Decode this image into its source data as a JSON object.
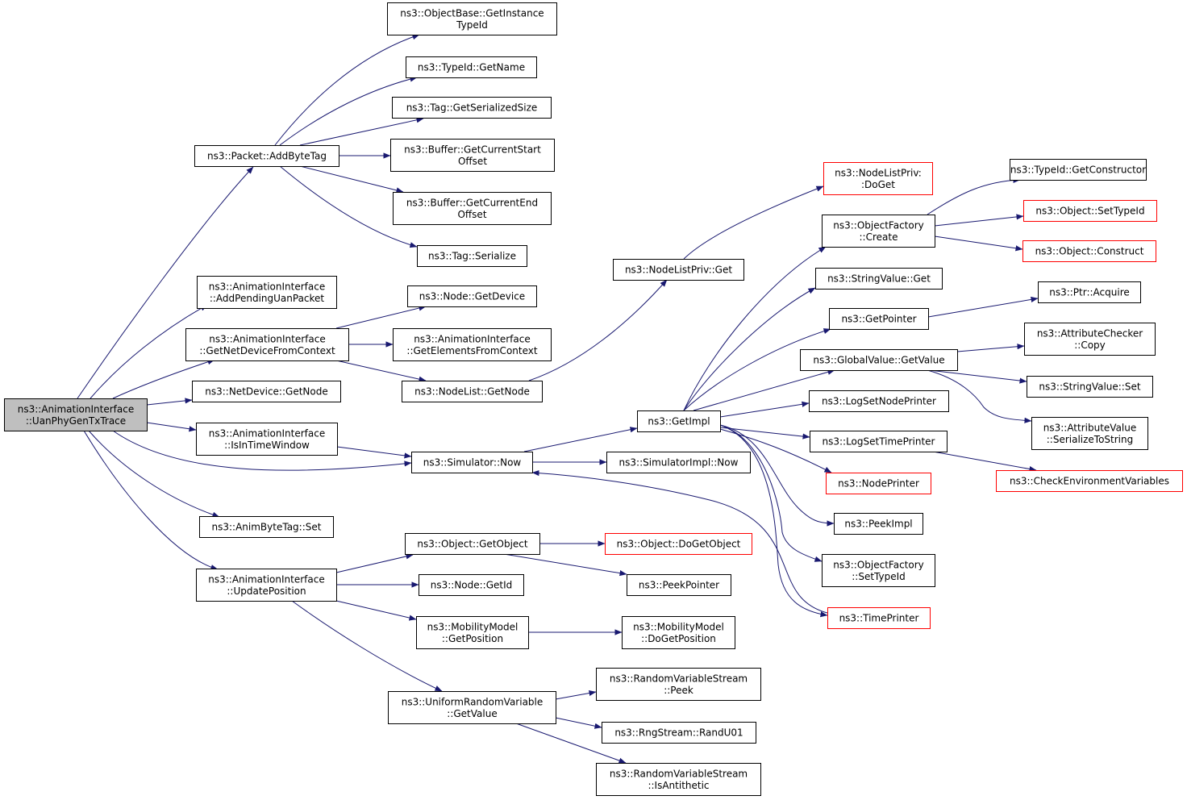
{
  "colors": {
    "edge": "#191970",
    "node_border": "#000000",
    "truncated_node_border": "#ff0000",
    "root_fill": "#bfbfbf"
  },
  "nodes": {
    "root": [
      "ns3::AnimationInterface",
      "::UanPhyGenTxTrace"
    ],
    "add_byte_tag": [
      "ns3::Packet::AddByteTag"
    ],
    "get_instance_type_id": [
      "ns3::ObjectBase::GetInstance",
      "TypeId"
    ],
    "type_id_get_name": [
      "ns3::TypeId::GetName"
    ],
    "tag_get_serialized_size": [
      "ns3::Tag::GetSerializedSize"
    ],
    "buffer_get_current_start_offset": [
      "ns3::Buffer::GetCurrentStart",
      "Offset"
    ],
    "buffer_get_current_end_offset": [
      "ns3::Buffer::GetCurrentEnd",
      "Offset"
    ],
    "tag_serialize": [
      "ns3::Tag::Serialize"
    ],
    "add_pending_uan_packet": [
      "ns3::AnimationInterface",
      "::AddPendingUanPacket"
    ],
    "get_net_device_from_context": [
      "ns3::AnimationInterface",
      "::GetNetDeviceFromContext"
    ],
    "node_get_device": [
      "ns3::Node::GetDevice"
    ],
    "get_elements_from_context": [
      "ns3::AnimationInterface",
      "::GetElementsFromContext"
    ],
    "node_list_get_node": [
      "ns3::NodeList::GetNode"
    ],
    "net_device_get_node": [
      "ns3::NetDevice::GetNode"
    ],
    "is_in_time_window": [
      "ns3::AnimationInterface",
      "::IsInTimeWindow"
    ],
    "simulator_now": [
      "ns3::Simulator::Now"
    ],
    "anim_byte_tag_set": [
      "ns3::AnimByteTag::Set"
    ],
    "update_position": [
      "ns3::AnimationInterface",
      "::UpdatePosition"
    ],
    "object_get_object": [
      "ns3::Object::GetObject"
    ],
    "node_get_id": [
      "ns3::Node::GetId"
    ],
    "mobility_get_position": [
      "ns3::MobilityModel",
      "::GetPosition"
    ],
    "uniform_get_value": [
      "ns3::UniformRandomVariable",
      "::GetValue"
    ],
    "do_get_object": [
      "ns3::Object::DoGetObject"
    ],
    "peek_pointer": [
      "ns3::PeekPointer"
    ],
    "mobility_do_get_position": [
      "ns3::MobilityModel",
      "::DoGetPosition"
    ],
    "rvs_peek": [
      "ns3::RandomVariableStream",
      "::Peek"
    ],
    "rng_rand_u01": [
      "ns3::RngStream::RandU01"
    ],
    "rvs_is_antithetic": [
      "ns3::RandomVariableStream",
      "::IsAntithetic"
    ],
    "node_list_priv_get": [
      "ns3::NodeListPriv::Get"
    ],
    "node_list_priv_do_get": [
      "ns3::NodeListPriv:",
      ":DoGet"
    ],
    "get_impl": [
      "ns3::GetImpl"
    ],
    "simulator_impl_now": [
      "ns3::SimulatorImpl::Now"
    ],
    "object_factory_create": [
      "ns3::ObjectFactory",
      "::Create"
    ],
    "string_value_get": [
      "ns3::StringValue::Get"
    ],
    "get_pointer": [
      "ns3::GetPointer"
    ],
    "global_value_get_value": [
      "ns3::GlobalValue::GetValue"
    ],
    "log_set_node_printer": [
      "ns3::LogSetNodePrinter"
    ],
    "log_set_time_printer": [
      "ns3::LogSetTimePrinter"
    ],
    "node_printer": [
      "ns3::NodePrinter"
    ],
    "peek_impl": [
      "ns3::PeekImpl"
    ],
    "object_factory_set_type_id": [
      "ns3::ObjectFactory",
      "::SetTypeId"
    ],
    "time_printer": [
      "ns3::TimePrinter"
    ],
    "type_id_get_constructor": [
      "ns3::TypeId::GetConstructor"
    ],
    "object_set_type_id": [
      "ns3::Object::SetTypeId"
    ],
    "object_construct": [
      "ns3::Object::Construct"
    ],
    "ptr_acquire": [
      "ns3::Ptr::Acquire"
    ],
    "attribute_checker_copy": [
      "ns3::AttributeChecker",
      "::Copy"
    ],
    "string_value_set": [
      "ns3::StringValue::Set"
    ],
    "attribute_value_serialize": [
      "ns3::AttributeValue",
      "::SerializeToString"
    ],
    "check_environment_variables": [
      "ns3::CheckEnvironmentVariables"
    ]
  }
}
